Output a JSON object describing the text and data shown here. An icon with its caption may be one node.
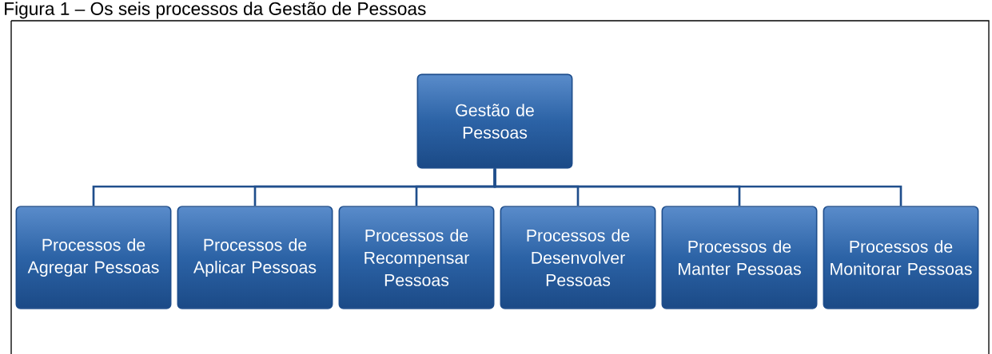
{
  "diagram": {
    "title": "Figura 1 – Os seis processos da Gestão de Pessoas",
    "nodes": [
      {
        "text": [
          "Gestão de Pessoas"
        ]
      },
      {
        "text": [
          "Processos de Agregar Pessoas"
        ]
      },
      {
        "text": [
          "Processos de Aplicar Pessoas"
        ]
      },
      {
        "text": [
          "Processos de Recompensar Pessoas"
        ]
      },
      {
        "text": [
          "Processos de Desenvolver Pessoas"
        ]
      },
      {
        "text": [
          "Processos de Manter Pessoas"
        ]
      },
      {
        "text": [
          "Processos de Monitorar Pessoas"
        ]
      }
    ],
    "edges": [
      {
        "from": 0,
        "to": 1,
        "arrow": "none"
      },
      {
        "from": 0,
        "to": 2,
        "arrow": "none"
      },
      {
        "from": 0,
        "to": 3,
        "arrow": "none"
      },
      {
        "from": 0,
        "to": 4,
        "arrow": "none"
      },
      {
        "from": 0,
        "to": 5,
        "arrow": "none"
      },
      {
        "from": 0,
        "to": 6,
        "arrow": "none"
      }
    ]
  }
}
